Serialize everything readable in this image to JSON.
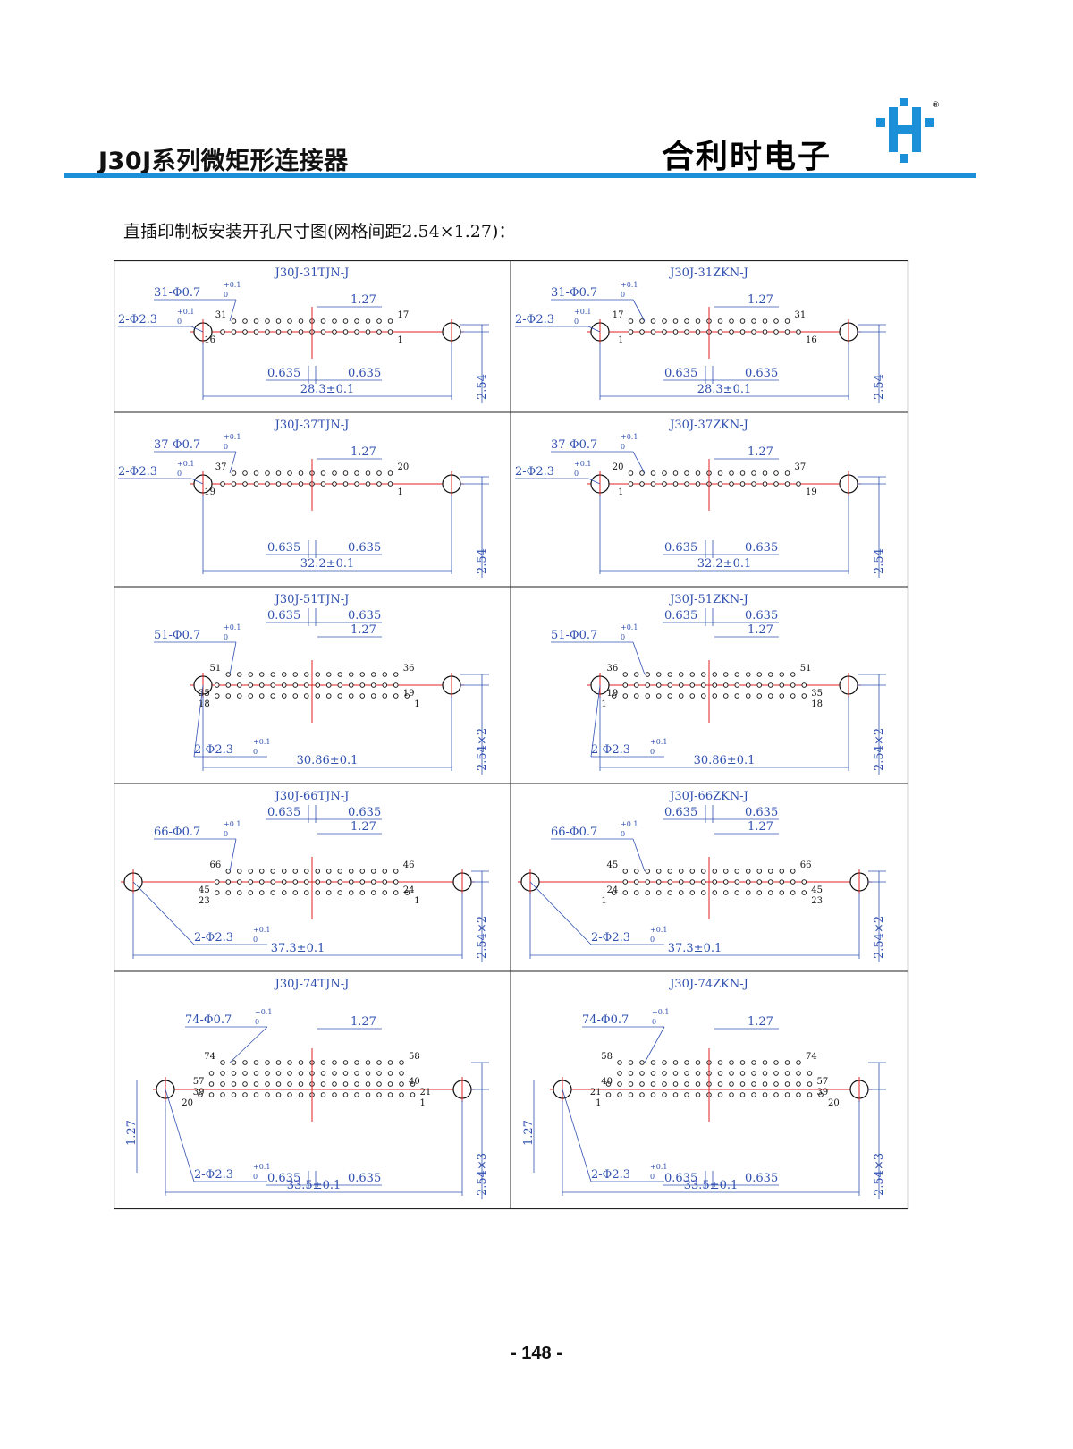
{
  "header": {
    "series_title": "J30J系列微矩形连接器",
    "company_name": "合利时电子",
    "accent_color": "#1b8fd8"
  },
  "subtitle": "直插印制板安装开孔尺寸图(网格间距2.54×1.27)：",
  "diagrams": [
    {
      "id": "31T",
      "title": "J30J-31TJN-J",
      "rows": 2,
      "top": [
        15
      ],
      "bot": [
        15,
        16
      ],
      "labels": [
        "31",
        "17",
        "16",
        "1"
      ],
      "hole": "31-Φ0.7",
      "mount": "2-Φ2.3",
      "width": "28.3±0.1",
      "height": "2.54",
      "pitch": "1.27",
      "offset": "0.635",
      "mirror": false
    },
    {
      "id": "31Z",
      "title": "J30J-31ZKN-J",
      "rows": 2,
      "labels": [
        "17",
        "31",
        "1",
        "16"
      ],
      "hole": "31-Φ0.7",
      "mount": "2-Φ2.3",
      "width": "28.3±0.1",
      "height": "2.54",
      "pitch": "1.27",
      "offset": "0.635",
      "mirror": true
    },
    {
      "id": "37T",
      "title": "J30J-37TJN-J",
      "rows": 2,
      "labels": [
        "37",
        "20",
        "19",
        "1"
      ],
      "hole": "37-Φ0.7",
      "mount": "2-Φ2.3",
      "width": "32.2±0.1",
      "height": "2.54",
      "pitch": "1.27",
      "offset": "0.635",
      "mirror": false
    },
    {
      "id": "37Z",
      "title": "J30J-37ZKN-J",
      "rows": 2,
      "labels": [
        "20",
        "37",
        "1",
        "19"
      ],
      "hole": "37-Φ0.7",
      "mount": "2-Φ2.3",
      "width": "32.2±0.1",
      "height": "2.54",
      "pitch": "1.27",
      "offset": "0.635",
      "mirror": true
    },
    {
      "id": "51T",
      "title": "J30J-51TJN-J",
      "rows": 3,
      "labels": [
        "51",
        "36",
        "35",
        "19",
        "18",
        "1"
      ],
      "hole": "51-Φ0.7",
      "mount": "2-Φ2.3",
      "width": "30.86±0.1",
      "height": "2.54×2",
      "pitch": "1.27",
      "offset": "0.635",
      "mirror": false
    },
    {
      "id": "51Z",
      "title": "J30J-51ZKN-J",
      "rows": 3,
      "labels": [
        "36",
        "51",
        "19",
        "35",
        "1",
        "18"
      ],
      "hole": "51-Φ0.7",
      "mount": "2-Φ2.3",
      "width": "30.86±0.1",
      "height": "2.54×2",
      "pitch": "1.27",
      "offset": "0.635",
      "mirror": true
    },
    {
      "id": "66T",
      "title": "J30J-66TJN-J",
      "rows": 3,
      "labels": [
        "66",
        "46",
        "45",
        "24",
        "23",
        "1"
      ],
      "hole": "66-Φ0.7",
      "mount": "2-Φ2.3",
      "width": "37.3±0.1",
      "height": "2.54×2",
      "pitch": "1.27",
      "offset": "0.635",
      "mirror": false
    },
    {
      "id": "66Z",
      "title": "J30J-66ZKN-J",
      "rows": 3,
      "labels": [
        "45",
        "66",
        "24",
        "45",
        "1",
        "23"
      ],
      "hole": "66-Φ0.7",
      "mount": "2-Φ2.3",
      "width": "37.3±0.1",
      "height": "2.54×2",
      "pitch": "1.27",
      "offset": "0.635",
      "mirror": true
    },
    {
      "id": "74T",
      "title": "J30J-74TJN-J",
      "rows": 4,
      "labels": [
        "74",
        "58",
        "57",
        "40",
        "39",
        "21",
        "20",
        "1"
      ],
      "hole": "74-Φ0.7",
      "mount": "2-Φ2.3",
      "width": "33.5±0.1",
      "height": "2.54×3",
      "side": "1.27",
      "pitch": "1.27",
      "offset": "0.635",
      "mirror": false
    },
    {
      "id": "74Z",
      "title": "J30J-74ZKN-J",
      "rows": 4,
      "labels": [
        "58",
        "74",
        "40",
        "57",
        "21",
        "39",
        "1",
        "20"
      ],
      "hole": "74-Φ0.7",
      "mount": "2-Φ2.3",
      "width": "33.5±0.1",
      "height": "2.54×3",
      "side": "1.27",
      "pitch": "1.27",
      "offset": "0.635",
      "mirror": true
    }
  ],
  "tolerance_sup": "+0.1",
  "tolerance_sub": "0",
  "page_number": "- 148 -"
}
